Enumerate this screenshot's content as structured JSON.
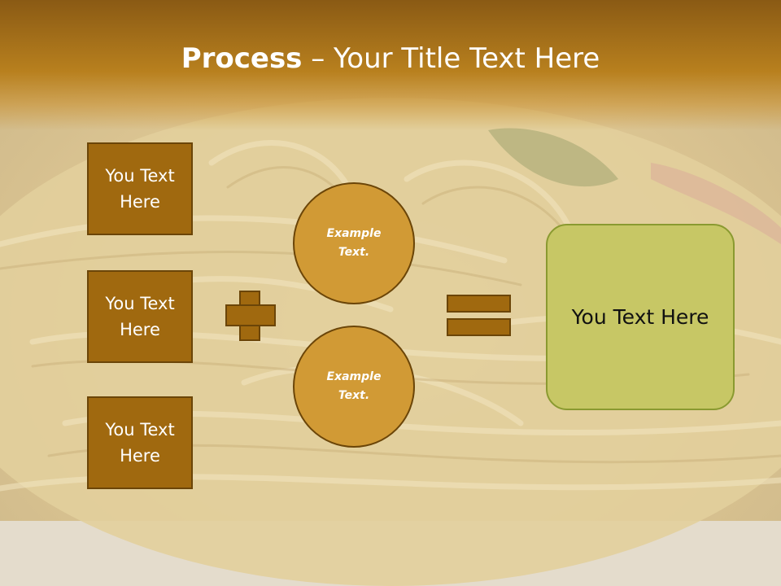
{
  "slide": {
    "title_bold": "Process",
    "title_rest": " – Your Title Text Here"
  },
  "inputs": [
    {
      "label": "You Text Here"
    },
    {
      "label": "You Text Here"
    },
    {
      "label": "You Text Here"
    }
  ],
  "examples": [
    {
      "label": "Example Text."
    },
    {
      "label": "Example Text."
    }
  ],
  "result": {
    "label": "You Text Here"
  },
  "colors": {
    "header": "#a8731a",
    "box_fill": "#a0690f",
    "box_border": "#6b4508",
    "circle_fill": "#d19a35",
    "result_fill": "#c7c765"
  },
  "icons": [
    "plus-sign",
    "equals-sign"
  ]
}
